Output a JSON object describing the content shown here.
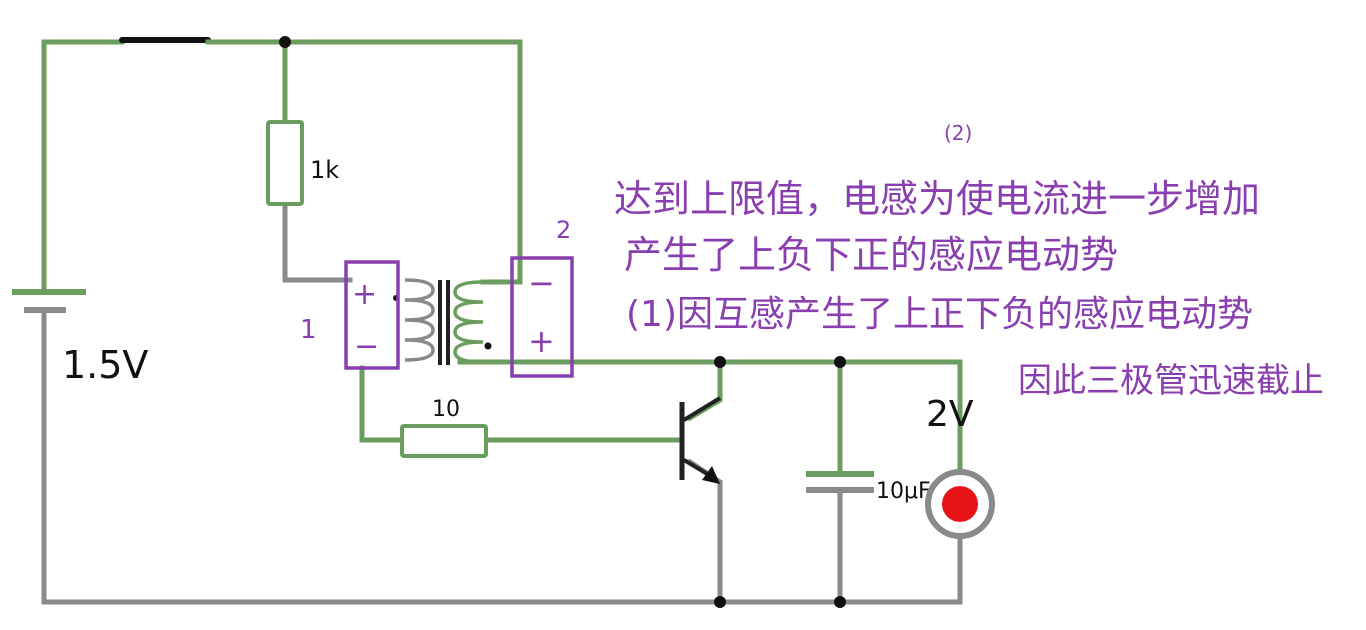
{
  "labels": {
    "battery_voltage": "1.5V",
    "resistor_top": "1k",
    "resistor_base": "10",
    "capacitor": "10μF",
    "output_voltage": "2V",
    "winding_1": "1",
    "winding_2": "2"
  },
  "winding_marks": {
    "primary_top": "+",
    "primary_bottom": "−",
    "secondary_top": "−",
    "secondary_bottom": "+"
  },
  "annotations": {
    "superscript": "(2)",
    "line1": "达到上限值，电感为使电流进一步增加",
    "line2": "产生了上负下正的感应电动势",
    "line3": "(1)因互感产生了上正下负的感应电动势",
    "line4": "因此三极管迅速截止"
  },
  "colors": {
    "wire_active": "#6a9e5e",
    "wire_inactive": "#8a8a8a",
    "annotation": "#8a3fb0",
    "led": "#e8141a"
  }
}
